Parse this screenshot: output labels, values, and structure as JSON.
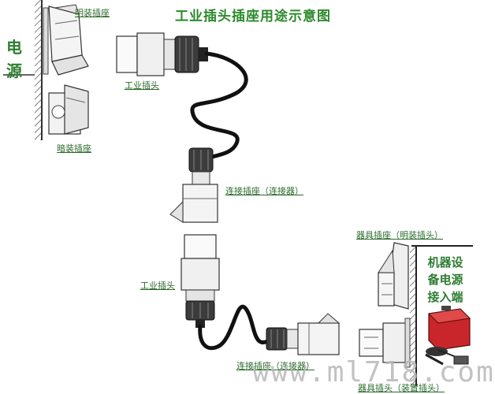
{
  "title": "工业插头插座用途示意图",
  "source": {
    "chars": [
      "电",
      "源"
    ]
  },
  "labels": {
    "surface_socket": "明装插座",
    "flush_socket": "暗装插座",
    "industrial_plug_top": "工业插头",
    "connector_socket": "连接插座（连接器）",
    "appliance_inlet_surface": "器具插座（明装插头）",
    "industrial_plug_mid": "工业插头",
    "connector_socket_bottom": "连接插座（连接器）",
    "appliance_plug_mounted": "器具插头（装置插头）"
  },
  "machine": {
    "lines": [
      "机器设",
      "备电源",
      "接入端"
    ]
  },
  "watermark": "www.ml718.com",
  "colors": {
    "label_green": "#2a6a2a",
    "title_green": "#2b8a2b",
    "machine_red": "#c8262a"
  }
}
